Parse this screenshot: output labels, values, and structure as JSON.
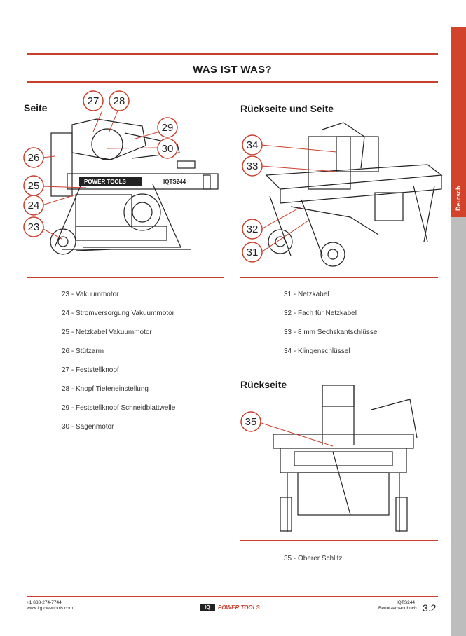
{
  "page_title": "WAS IST WAS?",
  "side_tab": "Deutsch",
  "sections": {
    "seite": "Seite",
    "rueckseite_und_seite": "Rückseite und Seite",
    "rueckseite": "Rückseite"
  },
  "callouts_left": [
    "27",
    "28",
    "29",
    "30",
    "26",
    "25",
    "24",
    "23"
  ],
  "callouts_right": [
    "34",
    "33",
    "32",
    "31"
  ],
  "callouts_rear": [
    "35"
  ],
  "machine_brand": "POWER TOOLS",
  "machine_model": "IQTS244",
  "items_left": [
    "23 - Vakuummotor",
    "24 - Stromversorgung Vakuummotor",
    "25 - Netzkabel Vakuummotor",
    "26 - Stützarm",
    "27 - Feststellknopf",
    "28 - Knopf Tiefeneinstellung",
    "29 - Feststellknopf Schneidblattwelle",
    "30 - Sägenmotor"
  ],
  "items_right": [
    "31 - Netzkabel",
    "32 - Fach für Netzkabel",
    "33 - 8 mm Sechskantschlüssel",
    "34 - Klingenschlüssel"
  ],
  "items_rear": [
    "35 - Oberer Schlitz"
  ],
  "footer": {
    "phone": "+1 888-274-7744",
    "website": "www.iqpowertools.com",
    "logo_badge": "IQ",
    "logo_text": "POWER TOOLS",
    "model": "IQTS244",
    "manual": "Benutzerhandbuch",
    "page": "3.2"
  },
  "colors": {
    "accent": "#c8402c",
    "tab_gray": "#bdbdbd"
  }
}
